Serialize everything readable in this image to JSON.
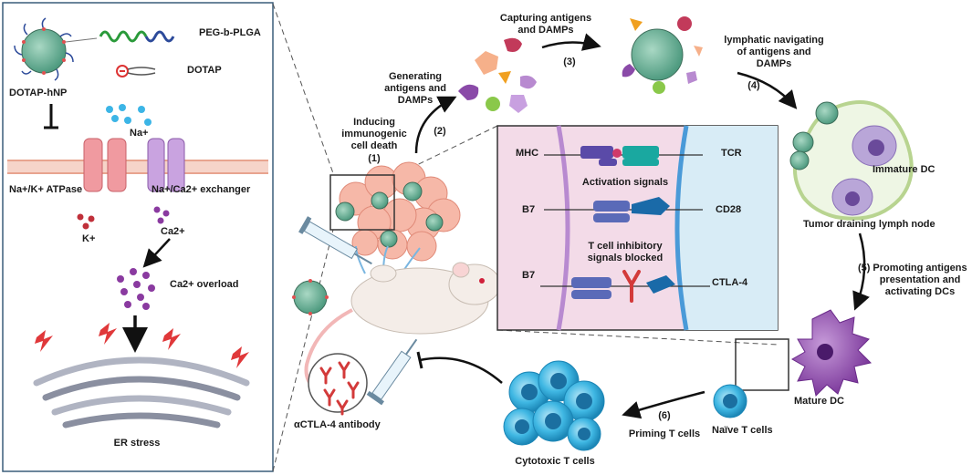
{
  "left_panel": {
    "peg_label": "PEG-b-PLGA",
    "dotap_label": "DOTAP",
    "hnp_label": "DOTAP-hNP",
    "na_label": "Na+",
    "atpase_label": "Na+/K+ ATPase",
    "exchanger_label": "Na+/Ca2+ exchanger",
    "k_label": "K+",
    "ca_label": "Ca2+",
    "overload_label": "Ca2+ overload",
    "er_label": "ER stress"
  },
  "steps": {
    "s1_text": "Inducing\nimmunogenic\ncell death",
    "s1_num": "(1)",
    "s2_text": "Generating\nantigens and\nDAMPs",
    "s2_num": "(2)",
    "s3_text": "Capturing antigens\nand DAMPs",
    "s3_num": "(3)",
    "s4_text": "lymphatic navigating\nof antigens and\nDAMPs",
    "s4_num": "(4)",
    "s5_text": "Promoting antigens\npresentation and\nactivating DCs",
    "s5_num": "(5)",
    "s6_text": "Priming T cells",
    "s6_num": "(6)"
  },
  "cells": {
    "immature_dc": "Immature DC",
    "lymph_node": "Tumor draining lymph node",
    "mature_dc": "Mature DC",
    "naive_t": "Naïve T cells",
    "cytotoxic_t": "Cytotoxic T cells",
    "antibody": "αCTLA-4 antibody"
  },
  "synapse": {
    "mhc": "MHC",
    "tcr": "TCR",
    "activation": "Activation signals",
    "b7_top": "B7",
    "cd28": "CD28",
    "inhibit": "T cell inhibitory\nsignals blocked",
    "b7_bottom": "B7",
    "ctla4": "CTLA-4"
  },
  "colors": {
    "membrane_pink": "#f4c7c3",
    "membrane_purple": "#c8a6dc",
    "synapse_left": "#f3dbe8",
    "synapse_right": "#d8ecf6",
    "nanoparticle": "#6fb39a",
    "t_cell": "#3fb7e3",
    "dc_purple": "#8e44ad"
  }
}
